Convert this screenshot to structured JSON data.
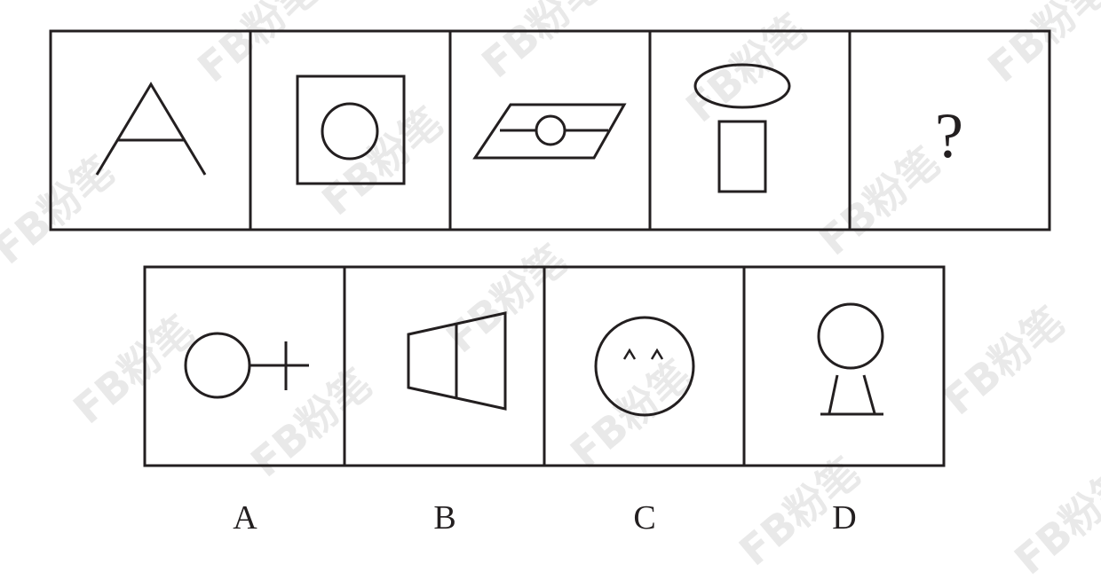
{
  "question": {
    "missing_mark": "?"
  },
  "options": [
    {
      "label": "A",
      "figure": "circle-with-cross-stub"
    },
    {
      "label": "B",
      "figure": "trapezoid-divided"
    },
    {
      "label": "C",
      "figure": "face-circle-with-two-carets"
    },
    {
      "label": "D",
      "figure": "circle-on-trapezoid-stand"
    }
  ],
  "watermark": {
    "text": "FB粉笔",
    "color": "#e9e9e9"
  },
  "colors": {
    "stroke": "#231f20",
    "background": "#ffffff"
  }
}
